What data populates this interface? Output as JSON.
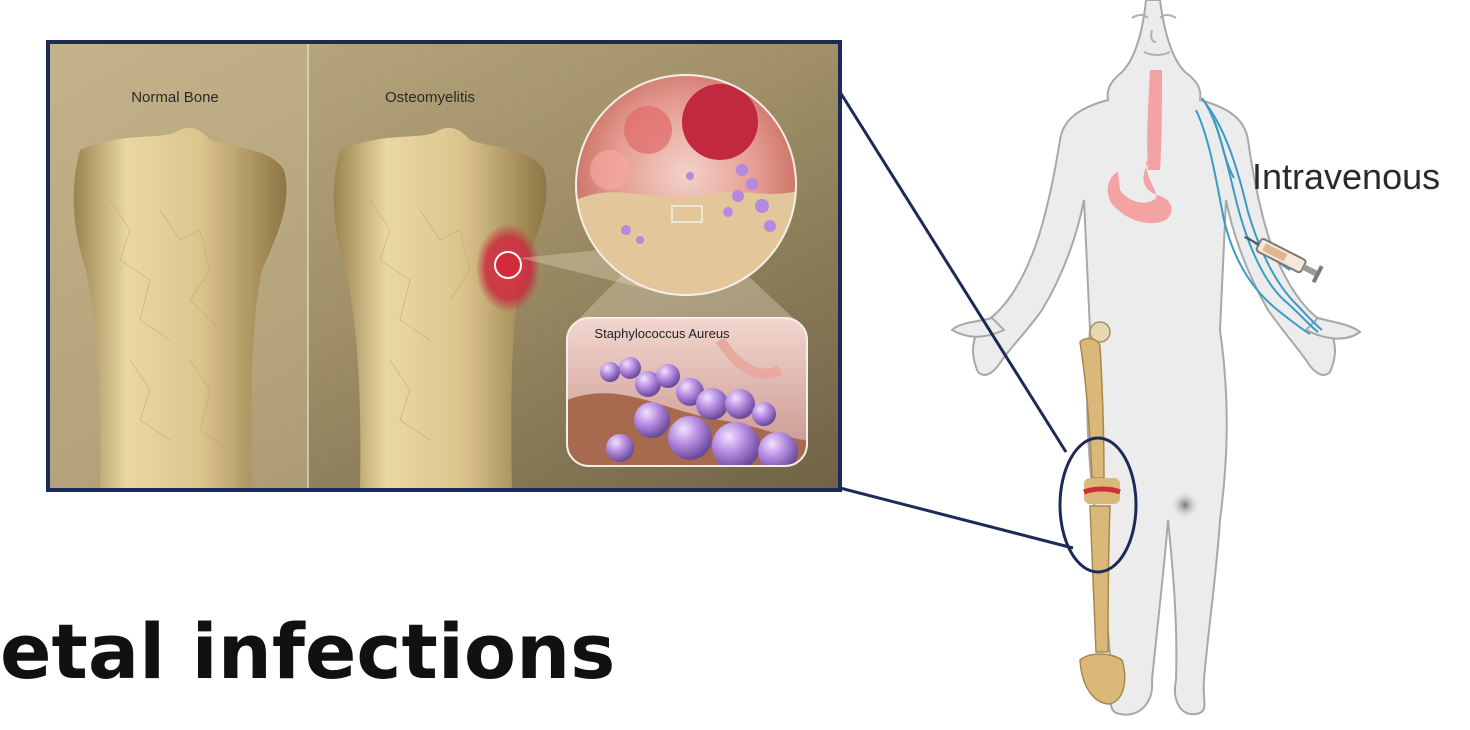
{
  "title": "etal infections",
  "callout": "Intravenous",
  "inset": {
    "normal_label": "Normal Bone",
    "osteo_label": "Osteomyelitis",
    "bacteria_label": "Staphylococcus Aureus"
  },
  "colors": {
    "inset_border": "#1c2a57",
    "vein": "#3b9bc6",
    "stomach": "#f3a3a3",
    "bone": "#d9b87a",
    "infection": "#d42a3a",
    "bacteria": "#b38ad9"
  }
}
